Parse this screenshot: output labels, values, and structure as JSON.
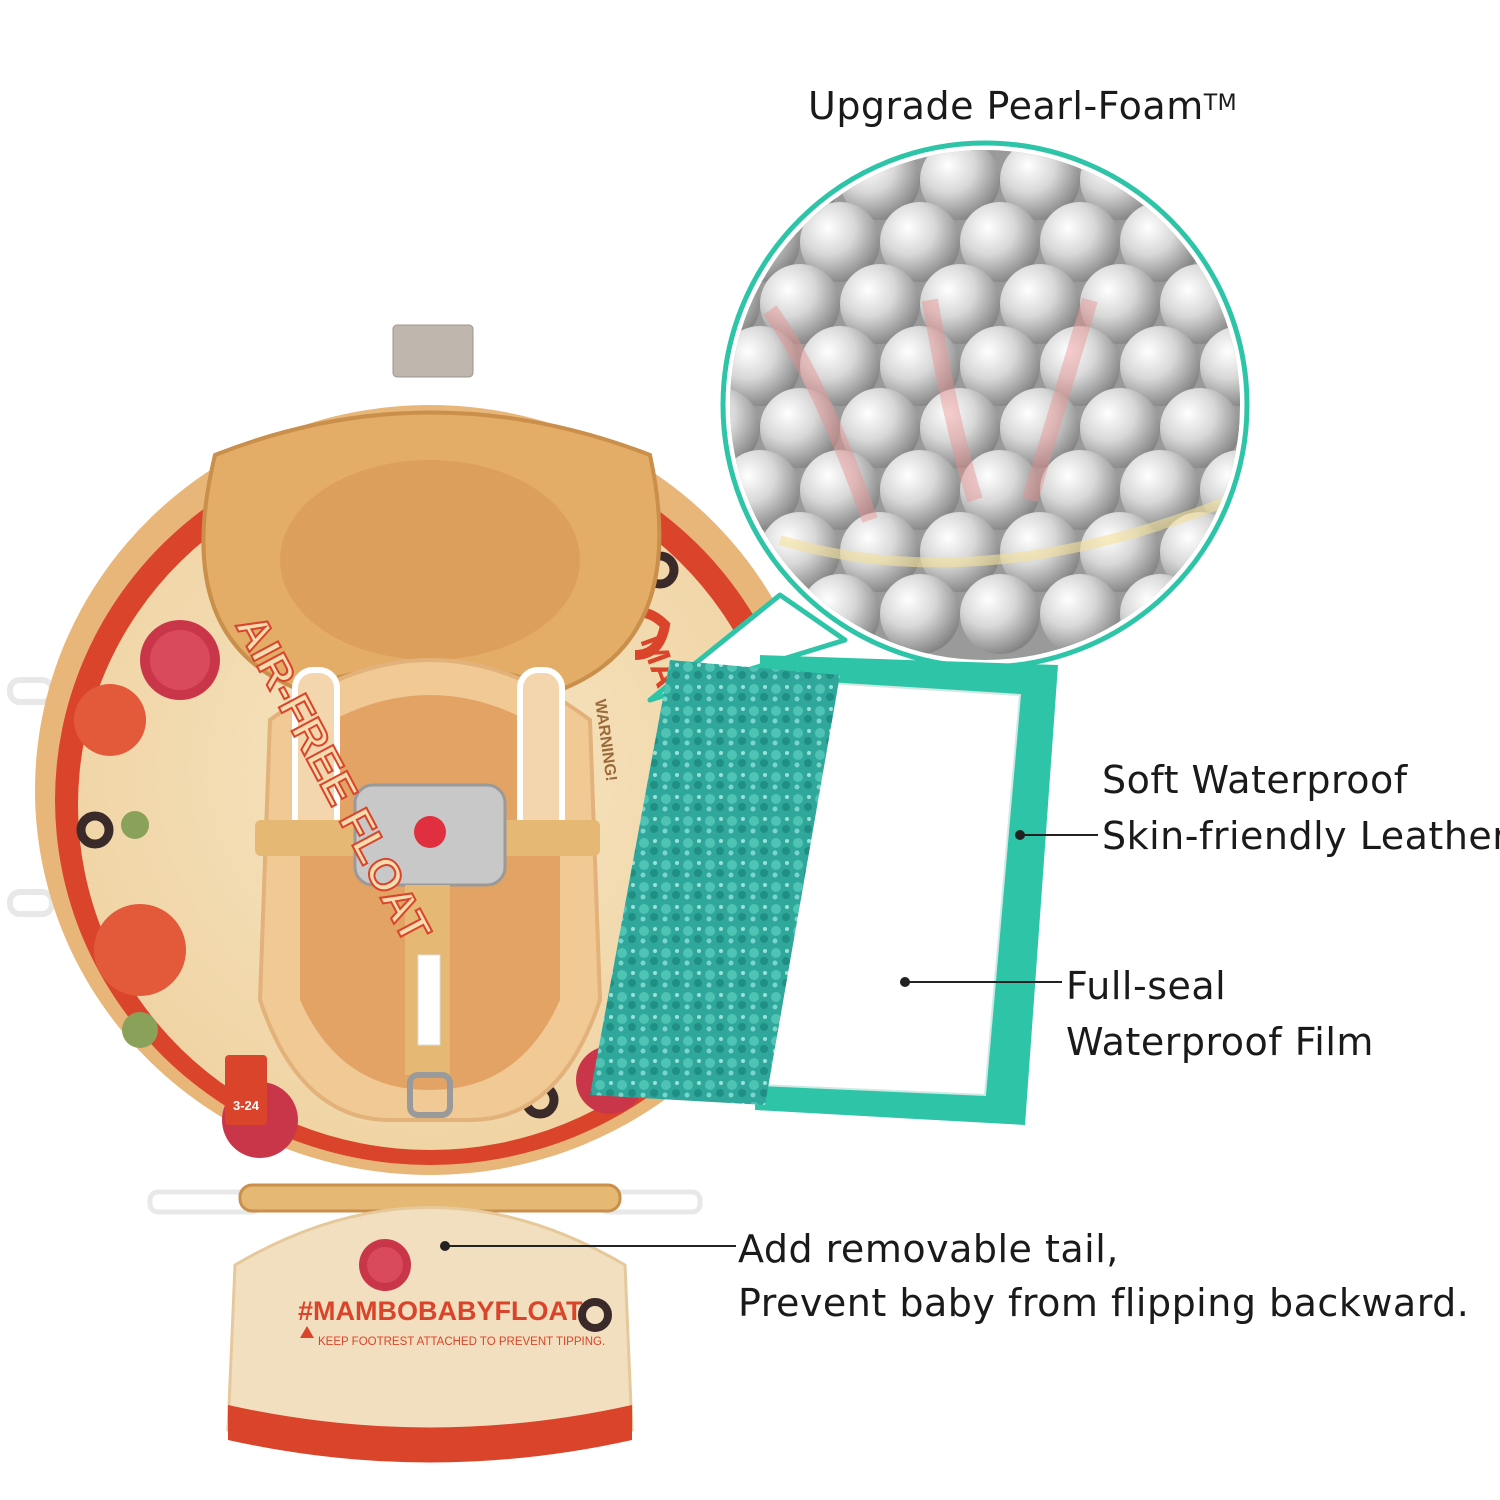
{
  "annotations": {
    "title": {
      "text": "Upgrade Pearl-Foam",
      "mark": "TM"
    },
    "leather": {
      "line1": "Soft Waterproof",
      "line2": "Skin-friendly Leather"
    },
    "film": {
      "line1": "Full-seal",
      "line2": "Waterproof Film"
    },
    "tail": {
      "line1": "Add removable tail,",
      "line2": "Prevent baby from flipping backward."
    }
  },
  "product": {
    "ring_text": "AIR-FREE FLOAT",
    "brand_mark": "MA",
    "warning": "WARNING!",
    "age_badge": "3-24",
    "tail_brand": "#MAMBOBABYFLOAT",
    "tail_notice": "KEEP FOOTREST ATTACHED TO PREVENT TIPPING."
  },
  "colors": {
    "accent_teal": "#2ec4a8",
    "float_tan": "#e8b87a",
    "pizza_red": "#d9442b"
  }
}
